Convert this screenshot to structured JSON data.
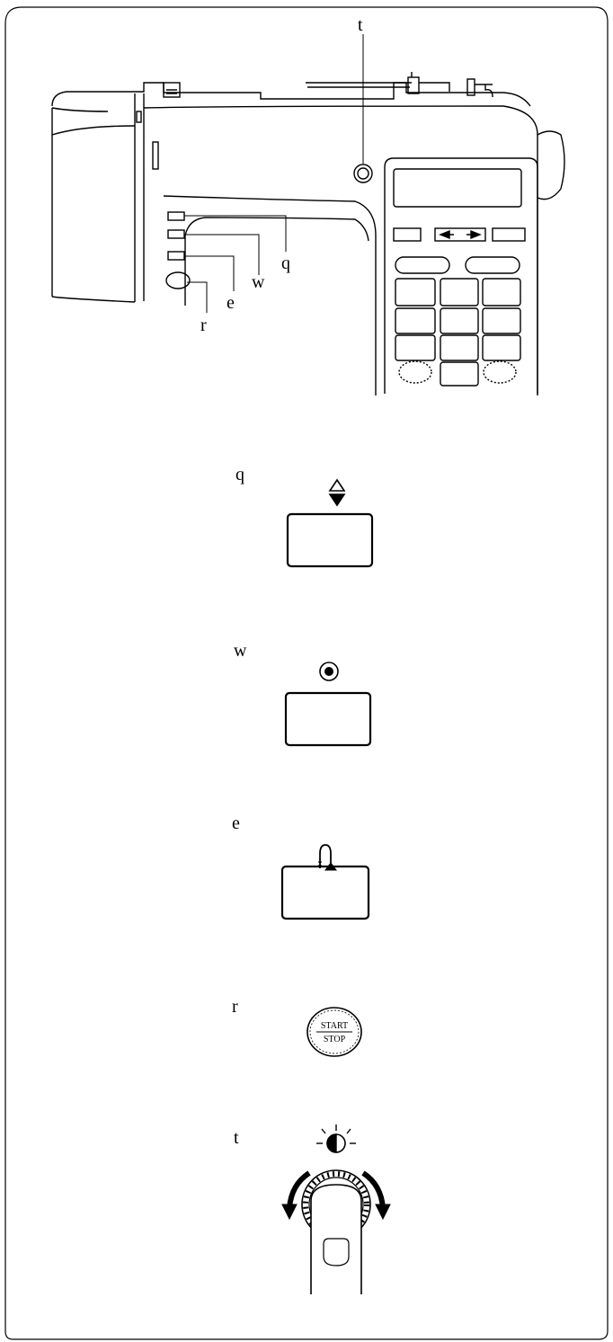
{
  "callouts": {
    "q": "q",
    "w": "w",
    "e": "e",
    "r": "r",
    "t": "t"
  },
  "details": {
    "q_label": "q",
    "w_label": "w",
    "e_label": "e",
    "r_label": "r",
    "t_label": "t",
    "start_stop_top": "START",
    "start_stop_bottom": "STOP"
  },
  "icons": {
    "q": "needle-up-down-icon",
    "w": "lock-stitch-icon",
    "e": "reverse-stitch-icon",
    "r": "start-stop-button",
    "t": "speed-control-dial-icon"
  },
  "colors": {
    "line": "#000000",
    "background": "#ffffff"
  }
}
